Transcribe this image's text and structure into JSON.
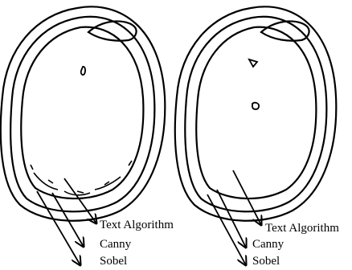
{
  "panels": [
    {
      "id": "left",
      "labels": [
        "Text Algorithm",
        "Canny",
        "Sobel"
      ]
    },
    {
      "id": "right",
      "labels": [
        "Text Algorithm",
        "Canny",
        "Sobel"
      ]
    }
  ],
  "colors": {
    "stroke": "#000000",
    "background": "#ffffff"
  }
}
